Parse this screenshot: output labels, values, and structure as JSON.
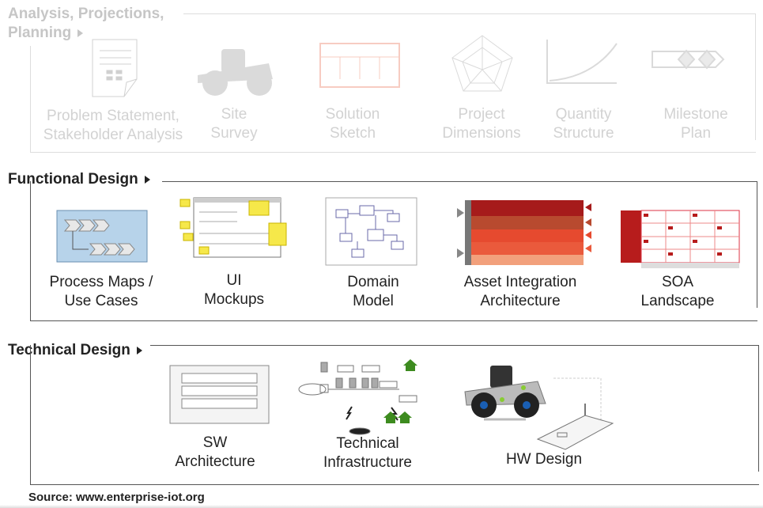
{
  "sections": [
    {
      "title_line1": "Analysis, Projections,",
      "title_line2": "Planning",
      "items": [
        {
          "l1": "Problem Statement,",
          "l2": "Stakeholder Analysis"
        },
        {
          "l1": "Site",
          "l2": "Survey"
        },
        {
          "l1": "Solution",
          "l2": "Sketch"
        },
        {
          "l1": "Project",
          "l2": "Dimensions"
        },
        {
          "l1": "Quantity",
          "l2": "Structure"
        },
        {
          "l1": "Milestone",
          "l2": "Plan"
        }
      ]
    },
    {
      "title": "Functional Design",
      "items": [
        {
          "l1": "Process Maps /",
          "l2": "Use Cases"
        },
        {
          "l1": "UI",
          "l2": "Mockups"
        },
        {
          "l1": "Domain",
          "l2": "Model"
        },
        {
          "l1": "Asset Integration",
          "l2": "Architecture"
        },
        {
          "l1": "SOA",
          "l2": "Landscape"
        }
      ]
    },
    {
      "title": "Technical Design",
      "items": [
        {
          "l1": "SW",
          "l2": "Architecture"
        },
        {
          "l1": "Technical",
          "l2": "Infrastructure"
        },
        {
          "l1": "HW Design"
        }
      ]
    }
  ],
  "source": "Source: www.enterprise-iot.org",
  "colors": {
    "accent_red": "#b71c1c",
    "faded": "#c6c6c6",
    "process_blue": "#b7d3ea"
  }
}
